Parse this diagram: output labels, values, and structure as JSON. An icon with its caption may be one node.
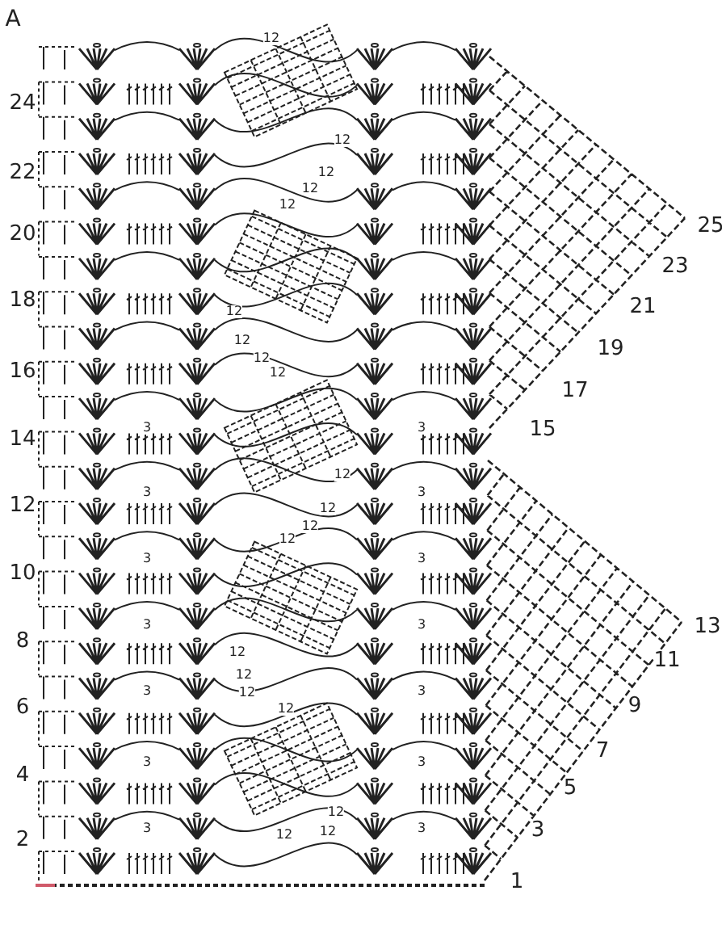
{
  "diagram": {
    "labels": [
      "A",
      "12",
      "24",
      "12",
      "22",
      "12",
      "12",
      "12",
      "25",
      "20",
      "23",
      "18",
      "21",
      "12",
      "12",
      "19",
      "12",
      "16",
      "12",
      "17",
      "3",
      "3",
      "15",
      "14",
      "12",
      "3",
      "3",
      "12",
      "12",
      "12",
      "12",
      "3",
      "3",
      "10",
      "3",
      "3",
      "13",
      "8",
      "12",
      "11",
      "12",
      "3",
      "12",
      "3",
      "6",
      "9",
      "12",
      "7",
      "3",
      "3",
      "4",
      "5",
      "12",
      "3",
      "12",
      "12",
      "3",
      "3",
      "2",
      "1"
    ]
  }
}
